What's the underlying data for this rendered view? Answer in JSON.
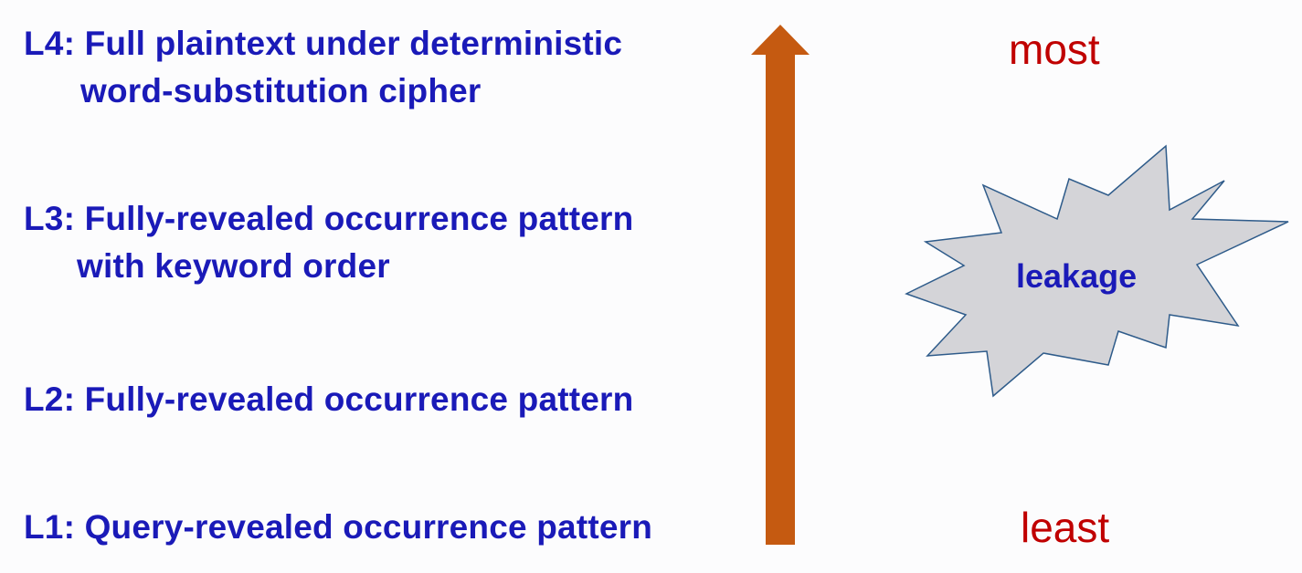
{
  "levels": [
    {
      "id": "L4",
      "line1": "L4: Full plaintext under deterministic",
      "line2": "word-substitution cipher"
    },
    {
      "id": "L3",
      "line1": "L3: Fully-revealed occurrence pattern",
      "line2": "with keyword order"
    },
    {
      "id": "L2",
      "line1": "L2: Fully-revealed occurrence pattern",
      "line2": ""
    },
    {
      "id": "L1",
      "line1": "L1: Query-revealed occurrence pattern",
      "line2": ""
    }
  ],
  "scale": {
    "top_label": "most",
    "bottom_label": "least"
  },
  "burst": {
    "label": "leakage"
  },
  "colors": {
    "text_blue": "#1a1ab8",
    "label_red": "#c00000",
    "arrow_orange": "#c55a11",
    "burst_fill": "#d4d4d8",
    "burst_stroke": "#2e5b8a"
  }
}
